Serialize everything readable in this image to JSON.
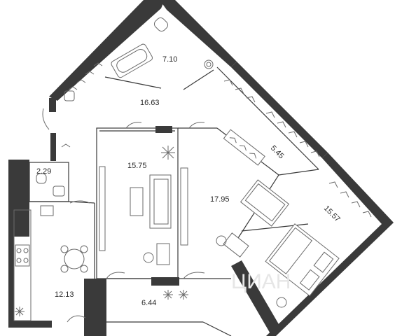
{
  "plan": {
    "rooms": [
      {
        "id": "bathroom",
        "area": "7.10"
      },
      {
        "id": "hallway",
        "area": "16.63"
      },
      {
        "id": "wc",
        "area": "2.29"
      },
      {
        "id": "bedroom-left",
        "area": "15.75"
      },
      {
        "id": "living-room",
        "area": "17.95"
      },
      {
        "id": "wardrobe-corridor",
        "area": "5.45"
      },
      {
        "id": "bedroom-right",
        "area": "15.57"
      },
      {
        "id": "kitchen",
        "area": "12.13"
      },
      {
        "id": "balcony",
        "area": "6.44"
      }
    ],
    "watermark": "ЦИАН",
    "colors": {
      "wall": "#3a3a3a",
      "furniture": "#6a6a6a",
      "watermark": "#e6e6e6"
    }
  }
}
